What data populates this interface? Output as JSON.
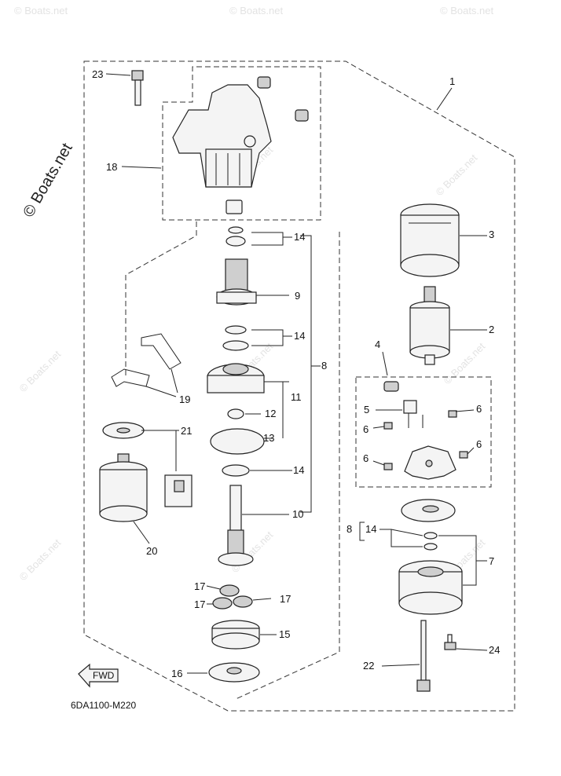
{
  "watermark": {
    "main": "© Boats.net",
    "faint": "© Boats.net"
  },
  "diagram_code": "6DA1100-M220",
  "fwd_label": "FWD",
  "callouts": {
    "c1": "1",
    "c2": "2",
    "c3": "3",
    "c4": "4",
    "c5": "5",
    "c6a": "6",
    "c6b": "6",
    "c6c": "6",
    "c6d": "6",
    "c7": "7",
    "c8": "8",
    "c8b": "8",
    "c9": "9",
    "c10": "10",
    "c11": "11",
    "c12": "12",
    "c13": "13",
    "c14a": "14",
    "c14b": "14",
    "c14c": "14",
    "c14d": "14",
    "c15": "15",
    "c16": "16",
    "c17a": "17",
    "c17b": "17",
    "c17c": "17",
    "c18": "18",
    "c19": "19",
    "c20": "20",
    "c21": "21",
    "c22": "22",
    "c23": "23",
    "c24": "24"
  }
}
